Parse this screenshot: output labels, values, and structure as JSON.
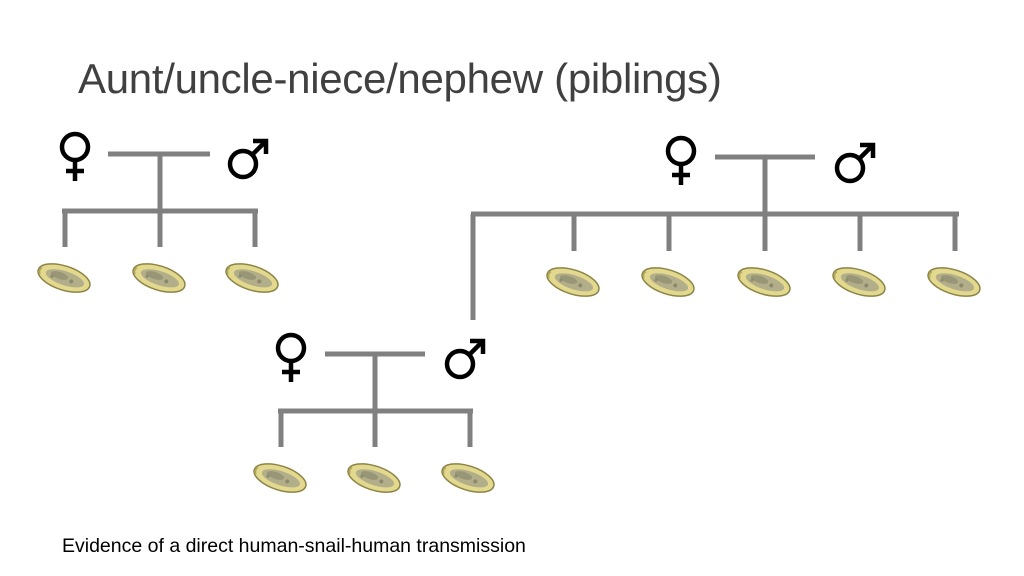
{
  "title": "Aunt/uncle-niece/nephew (piblings)",
  "caption": "Evidence of a direct human-snail-human transmission",
  "colors": {
    "line": "#808080",
    "symbol": "#000000",
    "snail_shell": "#e3d98e",
    "snail_rim": "#8c8446",
    "snail_body": "#a9a68a"
  },
  "families": [
    {
      "name": "left family",
      "parents": [
        "female-symbol",
        "male-symbol"
      ],
      "offspring_count": 3
    },
    {
      "name": "right family",
      "parents": [
        "female-symbol",
        "male-symbol"
      ],
      "offspring_count": 5
    },
    {
      "name": "bottom family",
      "parents": [
        "female-symbol",
        "male-symbol"
      ],
      "offspring_count": 3
    }
  ],
  "icons": {
    "female": "female-symbol-icon",
    "male": "male-symbol-icon",
    "offspring": "snail-icon"
  }
}
